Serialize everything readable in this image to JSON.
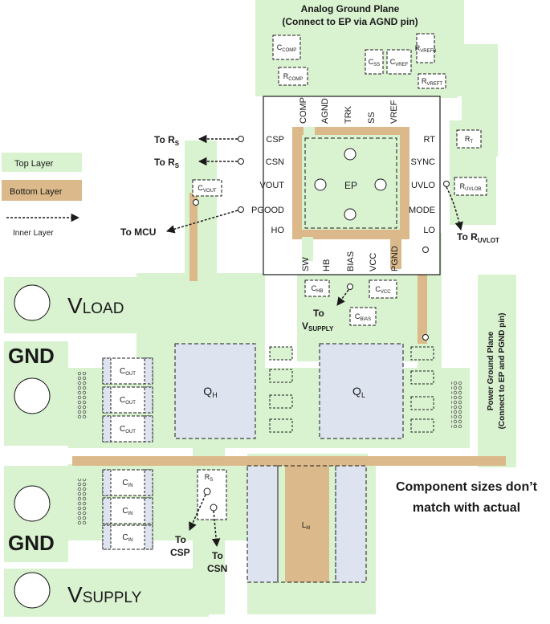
{
  "colors": {
    "top": "#d9f2d0",
    "top_dark": "#c4e6b6",
    "bottom": "#dbb98a",
    "chip": "#dde3ef",
    "line": "#1a1a1a"
  },
  "legend": {
    "top_layer": "Top Layer",
    "bottom_layer": "Bottom Layer",
    "inner_layer": "Inner Layer"
  },
  "planes": {
    "analog_line1": "Analog Ground Plane",
    "analog_line2": "(Connect to EP via AGND pin)",
    "power_line1": "Power Ground Plane",
    "power_line2": "(Connect to EP and PGND pin)"
  },
  "ic": {
    "ep": "EP",
    "pins_top": [
      "COMP",
      "AGND",
      "TRK",
      "SS",
      "VREF"
    ],
    "pins_left": [
      "CSP",
      "CSN",
      "VOUT",
      "PGOOD",
      "HO"
    ],
    "pins_right": [
      "RT",
      "SYNC",
      "UVLO",
      "MODE",
      "LO"
    ],
    "pins_bottom": [
      "SW",
      "HB",
      "BIAS",
      "VCC",
      "PGND"
    ]
  },
  "components": {
    "c_comp": "C",
    "c_comp_sub": "COMP",
    "r_comp": "R",
    "r_comp_sub": "COMP",
    "c_ss": "C",
    "c_ss_sub": "SS",
    "c_vref": "C",
    "c_vref_sub": "VREF",
    "r_vrefb": "R",
    "r_vrefb_sub": "VREFB",
    "r_vreft": "R",
    "r_vreft_sub": "VREFT",
    "r_t": "R",
    "r_t_sub": "T",
    "r_uvlob": "R",
    "r_uvlob_sub": "UVLOB",
    "q_vout": "C",
    "q_vout_sub": "VOUT",
    "c_hb": "C",
    "c_hb_sub": "HB",
    "c_vcc": "C",
    "c_vcc_sub": "VCC",
    "c_bias": "C",
    "c_bias_sub": "BIAS",
    "c_out": "C",
    "c_out_sub": "OUT",
    "c_in": "C",
    "c_in_sub": "IN",
    "r_s": "R",
    "r_s_sub": "S",
    "q_h": "Q",
    "q_h_sub": "H",
    "q_l": "Q",
    "q_l_sub": "L",
    "l_m": "L",
    "l_m_sub": "M"
  },
  "terminals": {
    "vload": "V",
    "vload_sub": "LOAD",
    "gnd_top": "GND",
    "gnd_bottom": "GND",
    "vsupply": "V",
    "vsupply_sub": "SUPPLY"
  },
  "arrows": {
    "to_rs1": "To R",
    "to_rs1_sub": "S",
    "to_rs2": "To R",
    "to_rs2_sub": "S",
    "to_mcu": "To MCU",
    "to_ruvlot": "To R",
    "to_ruvlot_sub": "UVLOT",
    "to_vsupply_1": "To",
    "to_vsupply_2": "V",
    "to_vsupply_2_sub": "SUPPLY",
    "to_csp_1": "To",
    "to_csp_2": "CSP",
    "to_csn_1": "To",
    "to_csn_2": "CSN"
  },
  "note": {
    "line1": "Component sizes don’t",
    "line2": "match with actual"
  }
}
